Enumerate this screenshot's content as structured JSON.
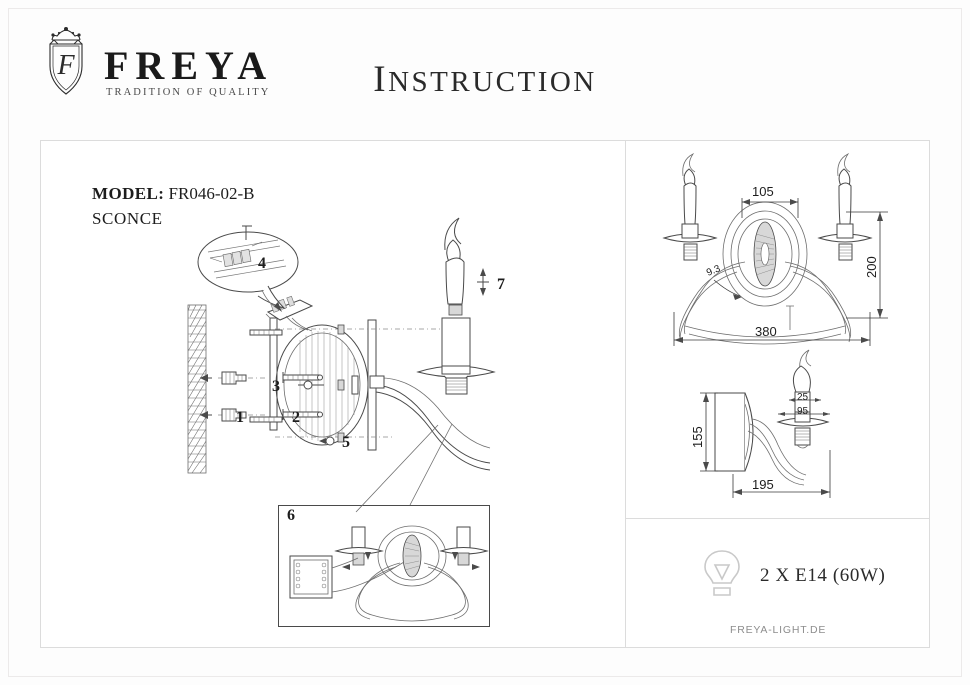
{
  "document": {
    "title_primary": "I",
    "title_rest": "NSTRUCTION",
    "title_full": "INSTRUCTION"
  },
  "brand": {
    "name": "FREYA",
    "tagline": "TRADITION OF QUALITY",
    "emblem_letter": "F",
    "emblem_icon": "crown-shield-icon"
  },
  "product": {
    "model_label": "MODEL:",
    "model_value": "FR046-02-B",
    "type": "SCONCE"
  },
  "assembly": {
    "callouts": [
      {
        "id": "1",
        "label": "1"
      },
      {
        "id": "2",
        "label": "2"
      },
      {
        "id": "3",
        "label": "3"
      },
      {
        "id": "4",
        "label": "4"
      },
      {
        "id": "5",
        "label": "5"
      },
      {
        "id": "6",
        "label": "6"
      },
      {
        "id": "7",
        "label": "7"
      }
    ]
  },
  "dimensions": {
    "front_view": {
      "backplate_width": "105",
      "total_width": "380",
      "height": "200",
      "detail": "9.3"
    },
    "side_view": {
      "backplate_height": "155",
      "projection": "195",
      "socket_small": "25",
      "cup_width": "95"
    }
  },
  "lamp_spec": {
    "icon": "light-bulb-icon",
    "text": "2 X E14 (60W)"
  },
  "footer": {
    "website": "FREYA-LIGHT.DE"
  },
  "colors": {
    "ink": "#231f20",
    "line": "#4a4a4a",
    "frame": "#dcdcdc",
    "muted": "#8d8d8d"
  }
}
